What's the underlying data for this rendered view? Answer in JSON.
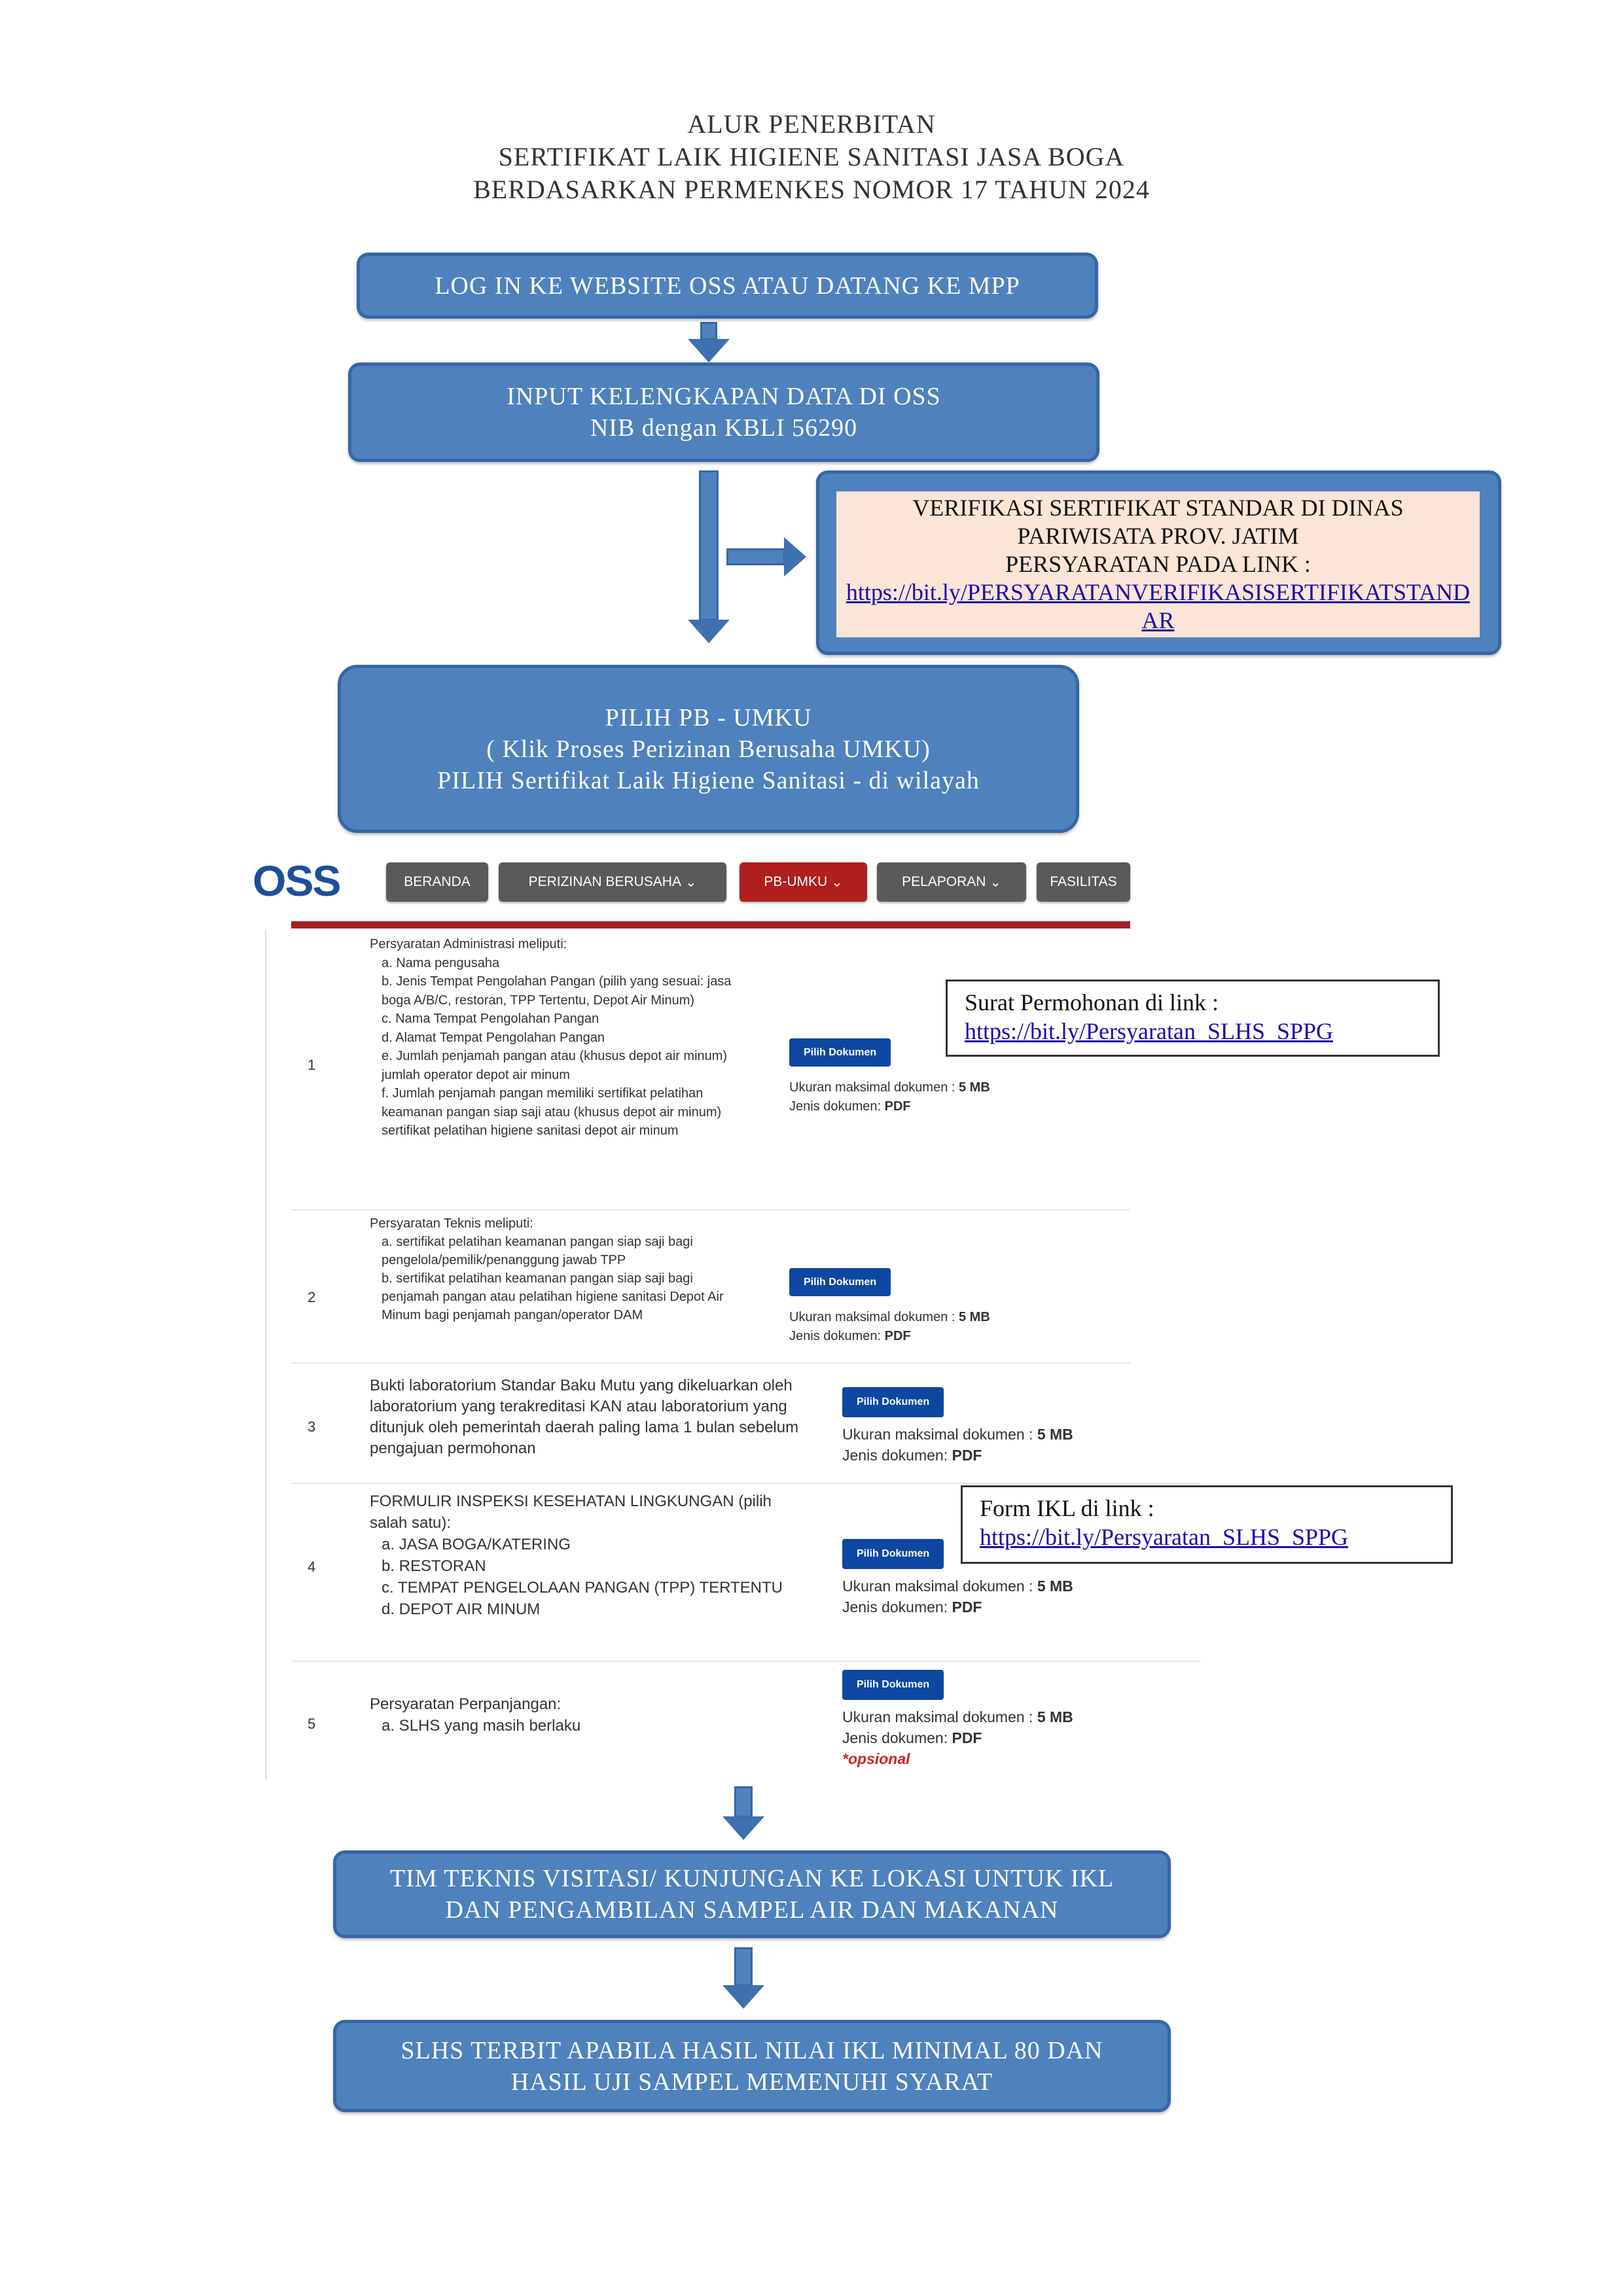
{
  "title": [
    "ALUR PENERBITAN",
    "SERTIFIKAT LAIK HIGIENE SANITASI JASA BOGA",
    "BERDASARKAN PERMENKES NOMOR 17 TAHUN 2024"
  ],
  "steps": {
    "login": "LOG IN KE WEBSITE OSS  ATAU DATANG KE MPP",
    "input": [
      "INPUT KELENGKAPAN DATA DI OSS",
      "NIB dengan KBLI  56290"
    ],
    "verifikasi": {
      "lines": [
        "VERIFIKASI SERTIFIKAT STANDAR DI DINAS",
        "PARIWISATA PROV. JATIM",
        "PERSYARATAN PADA LINK :"
      ],
      "link": "https://bit.ly/PERSYARATANVERIFIKASISERTIFIKATSTANDAR"
    },
    "pilih": [
      "PILIH PB - UMKU",
      "( Klik Proses Perizinan Berusaha UMKU)",
      "PILIH Sertifikat Laik Higiene Sanitasi - di wilayah"
    ],
    "visitasi": [
      "TIM TEKNIS VISITASI/ KUNJUNGAN KE LOKASI UNTUK IKL",
      "DAN PENGAMBILAN SAMPEL AIR DAN MAKANAN"
    ],
    "terbit": [
      "SLHS TERBIT APABILA HASIL NILAI IKL MINIMAL 80 DAN",
      "HASIL UJI SAMPEL MEMENUHI SYARAT"
    ]
  },
  "oss": {
    "logo": "OSS",
    "nav": [
      "BERANDA",
      "PERIZINAN BERUSAHA",
      "PB-UMKU",
      "PELAPORAN",
      "FASILITAS"
    ],
    "accent": "#b01e1e",
    "button_label": "Pilih Dokumen",
    "size_label": "Ukuran maksimal dokumen : ",
    "size_value": "5 MB",
    "type_label": "Jenis dokumen: ",
    "type_value": "PDF",
    "optional": "*opsional",
    "rows": [
      {
        "no": "1",
        "heading": "Persyaratan Administrasi meliputi:",
        "items": [
          "a. Nama pengusaha",
          "b. Jenis Tempat Pengolahan Pangan (pilih yang sesuai: jasa boga A/B/C, restoran, TPP Tertentu, Depot Air Minum)",
          "c. Nama Tempat Pengolahan Pangan",
          "d. Alamat Tempat Pengolahan Pangan",
          "e. Jumlah penjamah pangan atau (khusus depot air minum) jumlah operator depot air minum",
          "f. Jumlah penjamah pangan memiliki sertifikat pelatihan keamanan pangan siap saji atau (khusus depot air minum) sertifikat pelatihan higiene sanitasi depot air minum"
        ]
      },
      {
        "no": "2",
        "heading": "Persyaratan Teknis meliputi:",
        "items": [
          "a. sertifikat pelatihan keamanan pangan siap saji bagi pengelola/pemilik/penanggung jawab TPP",
          "b. sertifikat pelatihan keamanan pangan siap saji bagi penjamah pangan atau pelatihan higiene sanitasi Depot Air Minum bagi penjamah pangan/operator DAM"
        ]
      },
      {
        "no": "3",
        "heading": "Bukti laboratorium Standar Baku Mutu yang dikeluarkan oleh laboratorium yang terakreditasi KAN atau laboratorium yang ditunjuk oleh pemerintah daerah paling lama 1 bulan sebelum pengajuan permohonan",
        "items": []
      },
      {
        "no": "4",
        "heading": "FORMULIR INSPEKSI KESEHATAN LINGKUNGAN (pilih salah satu):",
        "items": [
          "a. JASA BOGA/KATERING",
          "b. RESTORAN",
          "c. TEMPAT PENGELOLAAN PANGAN (TPP) TERTENTU",
          "d. DEPOT AIR MINUM"
        ]
      },
      {
        "no": "5",
        "heading": "Persyaratan Perpanjangan:",
        "items": [
          "a. SLHS yang masih berlaku"
        ]
      }
    ]
  },
  "callouts": {
    "surat": {
      "label": "Surat Permohonan di link :",
      "link": "https://bit.ly/Persyaratan_SLHS_SPPG"
    },
    "ikl": {
      "label": "Form IKL di link :",
      "link": "https://bit.ly/Persyaratan_SLHS_SPPG"
    }
  }
}
